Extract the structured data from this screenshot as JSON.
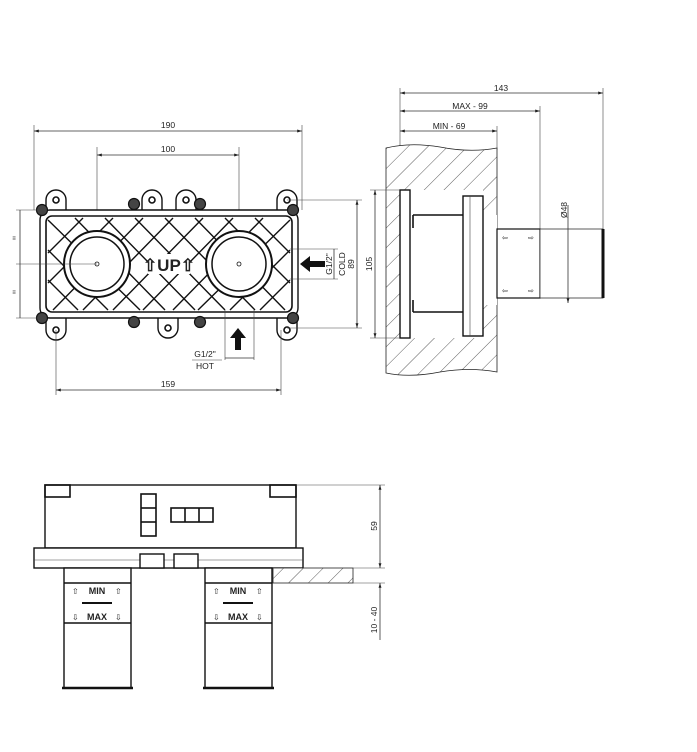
{
  "front_view": {
    "dim_overall_width": "190",
    "dim_center_distance": "100",
    "dim_mount_holes_horizontal": "159",
    "dim_mount_holes_vertical": "89",
    "label_up": "⇧UP⇧",
    "cold_inlet": {
      "thread": "G1/2\"",
      "label": "COLD"
    },
    "hot_inlet": {
      "thread": "G1/2\"",
      "label": "HOT"
    },
    "left_small_dims": [
      "≡",
      "≡"
    ]
  },
  "side_view": {
    "dim_total_depth": "143",
    "dim_max_depth": "MAX - 99",
    "dim_min_depth": "MIN - 69",
    "dim_plate_height": "105",
    "dim_diameter": "Ø48"
  },
  "bottom_view": {
    "dim_body_height": "59",
    "dim_adjust_range": "10 - 40",
    "extensions": [
      {
        "min_label": "MIN",
        "max_label": "MAX"
      },
      {
        "min_label": "MIN",
        "max_label": "MAX"
      }
    ]
  }
}
